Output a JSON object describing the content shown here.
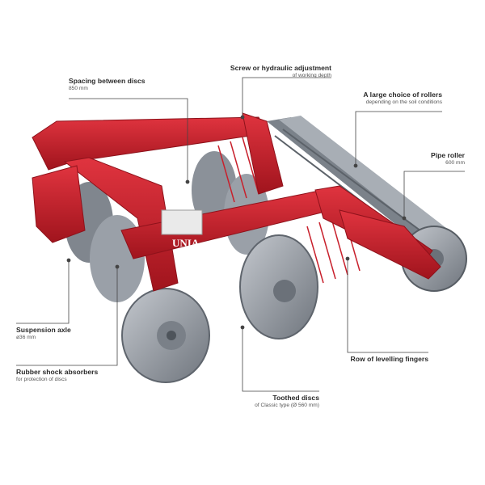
{
  "labels": {
    "spacing": {
      "title": "Spacing between discs",
      "sub": "850 mm"
    },
    "adjust": {
      "title": "Screw or hydraulic adjustment",
      "sub": "of working depth"
    },
    "rollers": {
      "title": "A large choice of rollers",
      "sub": "depending on the soil conditions"
    },
    "pipe": {
      "title": "Pipe roller",
      "sub": "600 mm"
    },
    "axle": {
      "title": "Suspension axle",
      "sub": "ø36 mm"
    },
    "shock": {
      "title": "Rubber shock absorbers",
      "sub": "for protection of discs"
    },
    "fingers": {
      "title": "Row of levelling fingers",
      "sub": ""
    },
    "toothed": {
      "title": "Toothed discs",
      "sub": "of Classic type (Ø 560 mm)"
    }
  },
  "brand": {
    "logo": "UNIA"
  },
  "colors": {
    "frame": "#c8202c",
    "frame_dark": "#8e121b",
    "disc": "#9aa0a8",
    "disc_dark": "#5f656d",
    "leader": "#444444"
  }
}
